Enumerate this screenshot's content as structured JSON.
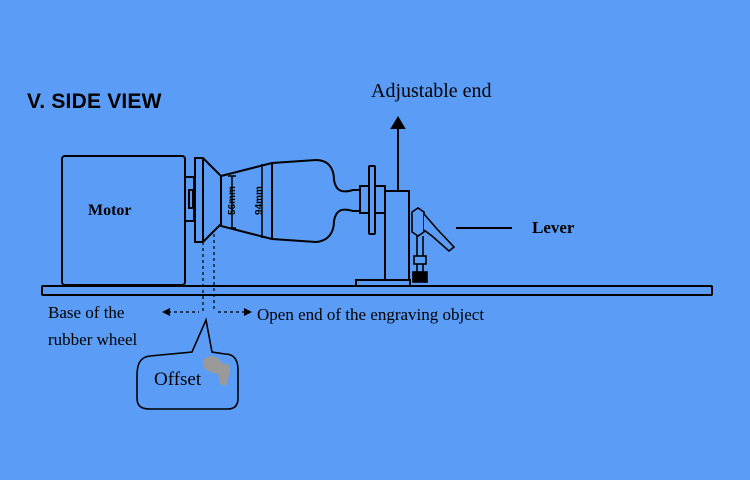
{
  "title": "V.  SIDE VIEW",
  "labels": {
    "adjustable_end": "Adjustable end",
    "motor": "Motor",
    "lever": "Lever",
    "base_line1": "Base of the",
    "base_line2": "rubber wheel",
    "open_end": "Open end of the engraving object",
    "offset": "Offset"
  },
  "dimensions": {
    "inner": "56mm",
    "outer": "94mm"
  },
  "colors": {
    "background": "#5b9cf6",
    "stroke": "#000000",
    "offset_marker": "#9a9a9a"
  }
}
